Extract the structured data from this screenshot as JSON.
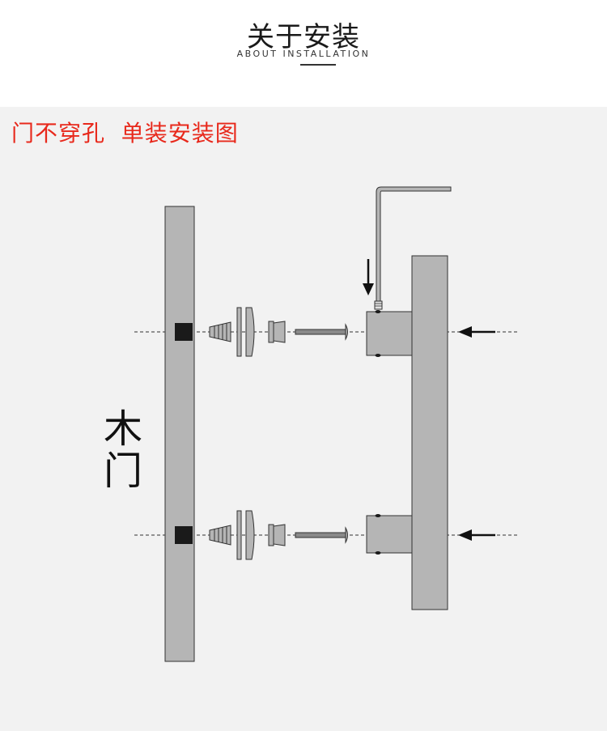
{
  "header": {
    "title": "关于安装",
    "subtitle": "ABOUT INSTALLATION"
  },
  "caption": {
    "text": "门不穿孔  单装安装图",
    "color": "#e8291c"
  },
  "diagram": {
    "door_label_chars": [
      "木",
      "门"
    ],
    "colors": {
      "metal": "#b5b5b5",
      "stroke": "#333333",
      "block": "#1a1a1a",
      "panel": "#f2f2f2"
    },
    "icons": [
      "allen-key-icon",
      "arrow-down-icon",
      "arrow-left-icon"
    ]
  }
}
